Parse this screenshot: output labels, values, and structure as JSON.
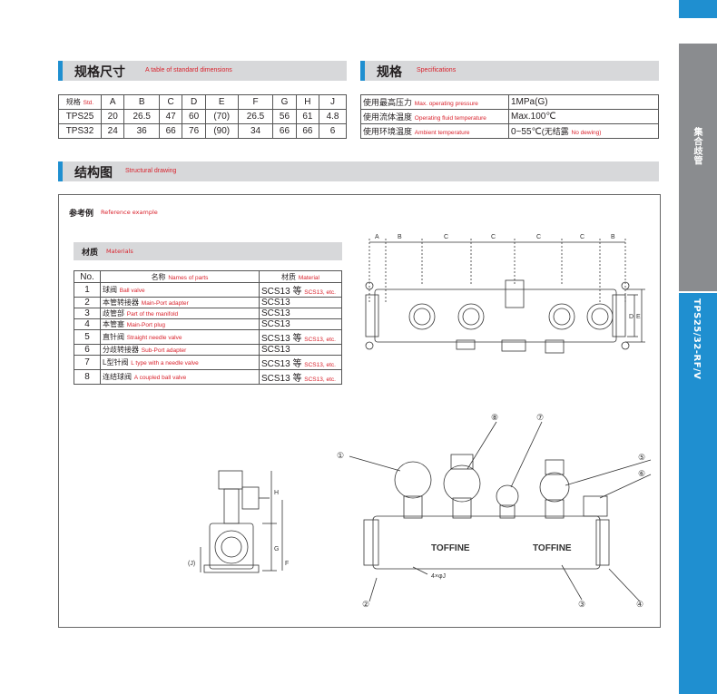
{
  "side_tab": {
    "series_label": "TPS25/32-RF/V",
    "category_label": "集合歧管"
  },
  "dimensions": {
    "title": "规格尺寸",
    "title_en": "A table of standard dimensions",
    "header_std_zh": "规格",
    "header_std_en": "Std.",
    "columns": [
      "A",
      "B",
      "C",
      "D",
      "E",
      "F",
      "G",
      "H",
      "J"
    ],
    "rows": [
      {
        "name": "TPS25",
        "values": [
          "20",
          "26.5",
          "47",
          "60",
          "(70)",
          "26.5",
          "56",
          "61",
          "4.8"
        ]
      },
      {
        "name": "TPS32",
        "values": [
          "24",
          "36",
          "66",
          "76",
          "(90)",
          "34",
          "66",
          "66",
          "6"
        ]
      }
    ]
  },
  "specs": {
    "title": "规格",
    "title_en": "Specifications",
    "rows": [
      {
        "zh": "使用最高压力",
        "en": "Max. operating pressure",
        "value": "1MPa(G)",
        "note_zh": "",
        "note_en": ""
      },
      {
        "zh": "使用流体温度",
        "en": "Operating fluid temperature",
        "value": "Max.100℃",
        "note_zh": "",
        "note_en": ""
      },
      {
        "zh": "使用环境温度",
        "en": "Ambient temperature",
        "value": "0~55℃",
        "note_zh": "(无结露",
        "note_en": "No dewing)"
      }
    ]
  },
  "structure": {
    "title": "结构图",
    "title_en": "Structural drawing",
    "reference_zh": "参考例",
    "reference_en": "Reference example",
    "materials_title": "材质",
    "materials_title_en": "Materials",
    "materials_header": {
      "no": "No.",
      "name_zh": "名称",
      "name_en": "Names of parts",
      "mat_zh": "材质",
      "mat_en": "Material"
    },
    "materials": [
      {
        "no": "1",
        "zh": "球阀",
        "en": "Ball valve",
        "mat": "SCS13 等",
        "mat_en": "SCS13, etc."
      },
      {
        "no": "2",
        "zh": "本管转接器",
        "en": "Main-Port adapter",
        "mat": "SCS13",
        "mat_en": ""
      },
      {
        "no": "3",
        "zh": "歧管部",
        "en": "Part of the manifold",
        "mat": "SCS13",
        "mat_en": ""
      },
      {
        "no": "4",
        "zh": "本管塞",
        "en": "Main-Port plug",
        "mat": "SCS13",
        "mat_en": ""
      },
      {
        "no": "5",
        "zh": "直针阀",
        "en": "Straight needle valve",
        "mat": "SCS13 等",
        "mat_en": "SCS13, etc."
      },
      {
        "no": "6",
        "zh": "分歧转接器",
        "en": "Sub-Port adapter",
        "mat": "SCS13",
        "mat_en": ""
      },
      {
        "no": "7",
        "zh": "L型针阀",
        "en": "L type with a needle valve",
        "mat": "SCS13 等",
        "mat_en": "SCS13, etc."
      },
      {
        "no": "8",
        "zh": "连结球阀",
        "en": "A coupled ball valve",
        "mat": "SCS13 等",
        "mat_en": "SCS13, etc."
      }
    ],
    "dim_labels_top": [
      "A",
      "B",
      "C",
      "C",
      "C",
      "C",
      "B"
    ],
    "dim_labels_side": [
      "D",
      "E"
    ],
    "dim_labels_left": [
      "H",
      "G",
      "F",
      "(J)"
    ],
    "hole_label": "4×φJ",
    "brand_text": "TOFFINE",
    "callouts": [
      "①",
      "②",
      "③",
      "④",
      "⑤",
      "⑥",
      "⑦",
      "⑧"
    ]
  }
}
